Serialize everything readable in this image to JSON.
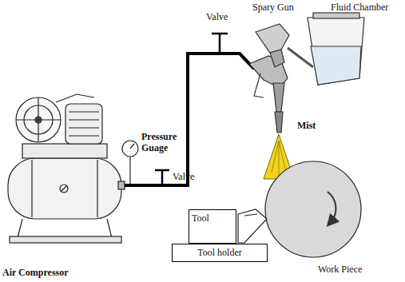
{
  "diagram": {
    "nodes": [
      {
        "text": [
          "Tool"
        ]
      },
      {
        "text": [
          "Tool holder"
        ]
      }
    ],
    "labels": [
      "Valve",
      "Spary Gun",
      "Fluid Chamber",
      "Pressure Guage",
      "Valve",
      "Mist",
      "Air Compressor",
      "Work Piece"
    ]
  }
}
